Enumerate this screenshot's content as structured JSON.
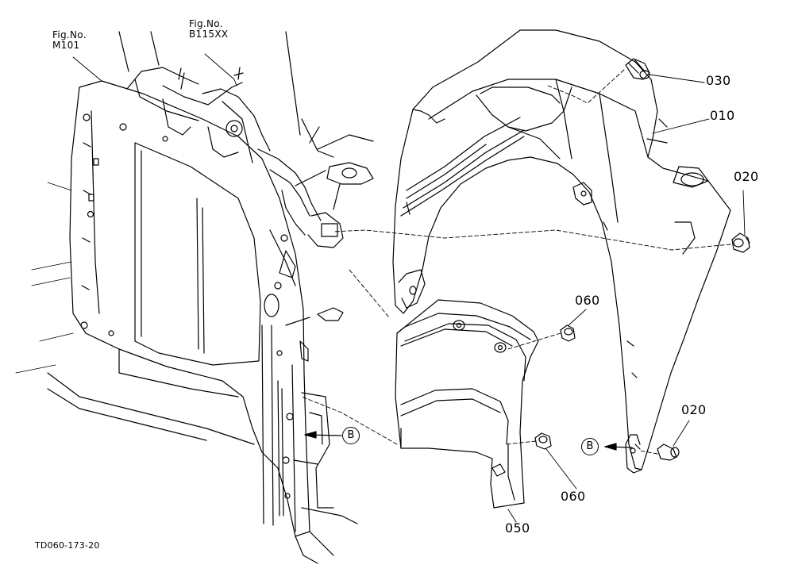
{
  "figure_refs": [
    {
      "line1": "Fig.No.",
      "line2": "M101"
    },
    {
      "line1": "Fig.No.",
      "line2": "B115XX"
    }
  ],
  "parts": {
    "p030": "030",
    "p010": "010",
    "p020a": "020",
    "p060a": "060",
    "p020b": "020",
    "p060b": "060",
    "p050": "050"
  },
  "markers": {
    "b_left": "B",
    "b_right": "B"
  },
  "footer": {
    "drawing_code": "TD060-173-20"
  }
}
